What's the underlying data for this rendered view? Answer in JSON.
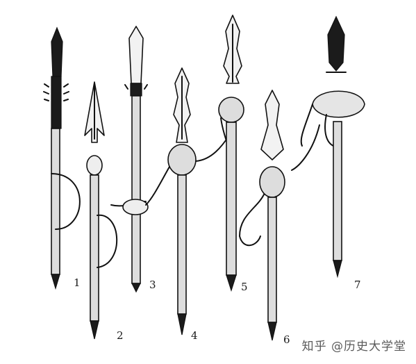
{
  "labels": [
    "1",
    "2",
    "3",
    "4",
    "5",
    "6",
    "7"
  ],
  "watermark": "知乎 @历史大学堂"
}
